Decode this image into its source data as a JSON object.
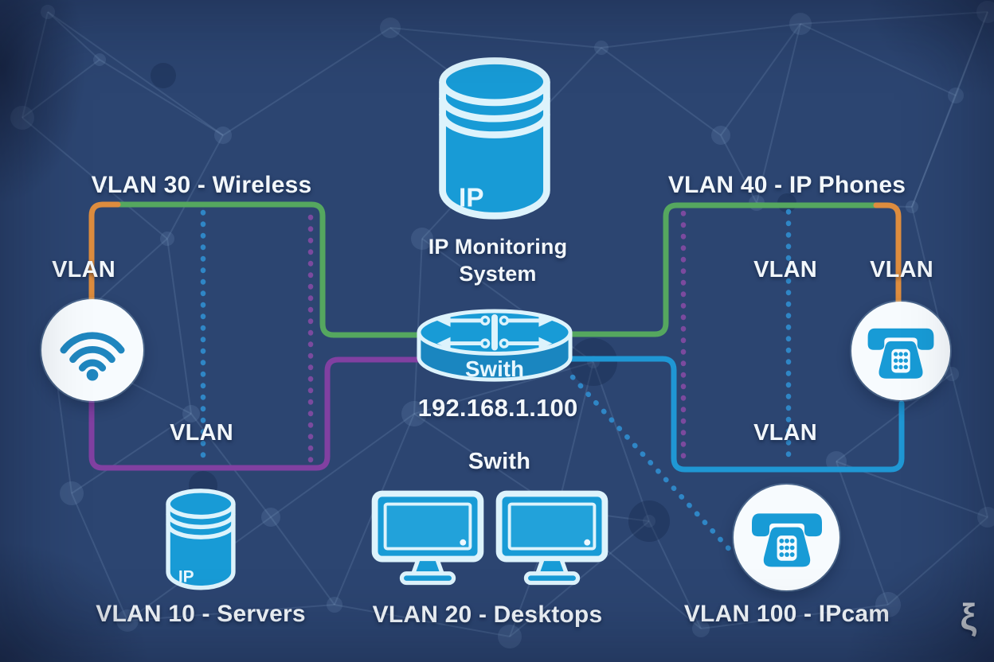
{
  "colors": {
    "background": "#2c4571",
    "icon_blue": "#189bd6",
    "icon_blue_dark": "#1a86c0",
    "icon_outline": "#ddf3fc",
    "wifi_blue": "#1f86bf",
    "line_green": "#55a75f",
    "line_orange": "#dd8c3e",
    "line_purple": "#8140a1",
    "line_blue": "#1f97d4",
    "dotted_blue": "#2f86c6",
    "dotted_purple": "#7b4a9e",
    "text_white": "#f2f7fb"
  },
  "diagram": {
    "monitoring": {
      "label_line1": "IP Monitoring",
      "label_line2": "System",
      "badge": "IP"
    },
    "switch": {
      "name": "Swith",
      "ip": "192.168.1.100",
      "sub_label": "Swith"
    },
    "wireless": {
      "title": "VLAN 30 - Wireless",
      "port": "VLAN"
    },
    "phones": {
      "title": "VLAN 40 - IP Phones",
      "port_a": "VLAN",
      "port_b": "VLAN"
    },
    "servers": {
      "title": "VLAN 10 - Servers",
      "badge": "IP",
      "port": "VLAN"
    },
    "desktops": {
      "title": "VLAN 20 - Desktops",
      "caption": "Swith"
    },
    "ipcam": {
      "title": "VLAN 100 - IPcam",
      "port": "VLAN"
    },
    "decoration_squiggle": "ξ"
  }
}
